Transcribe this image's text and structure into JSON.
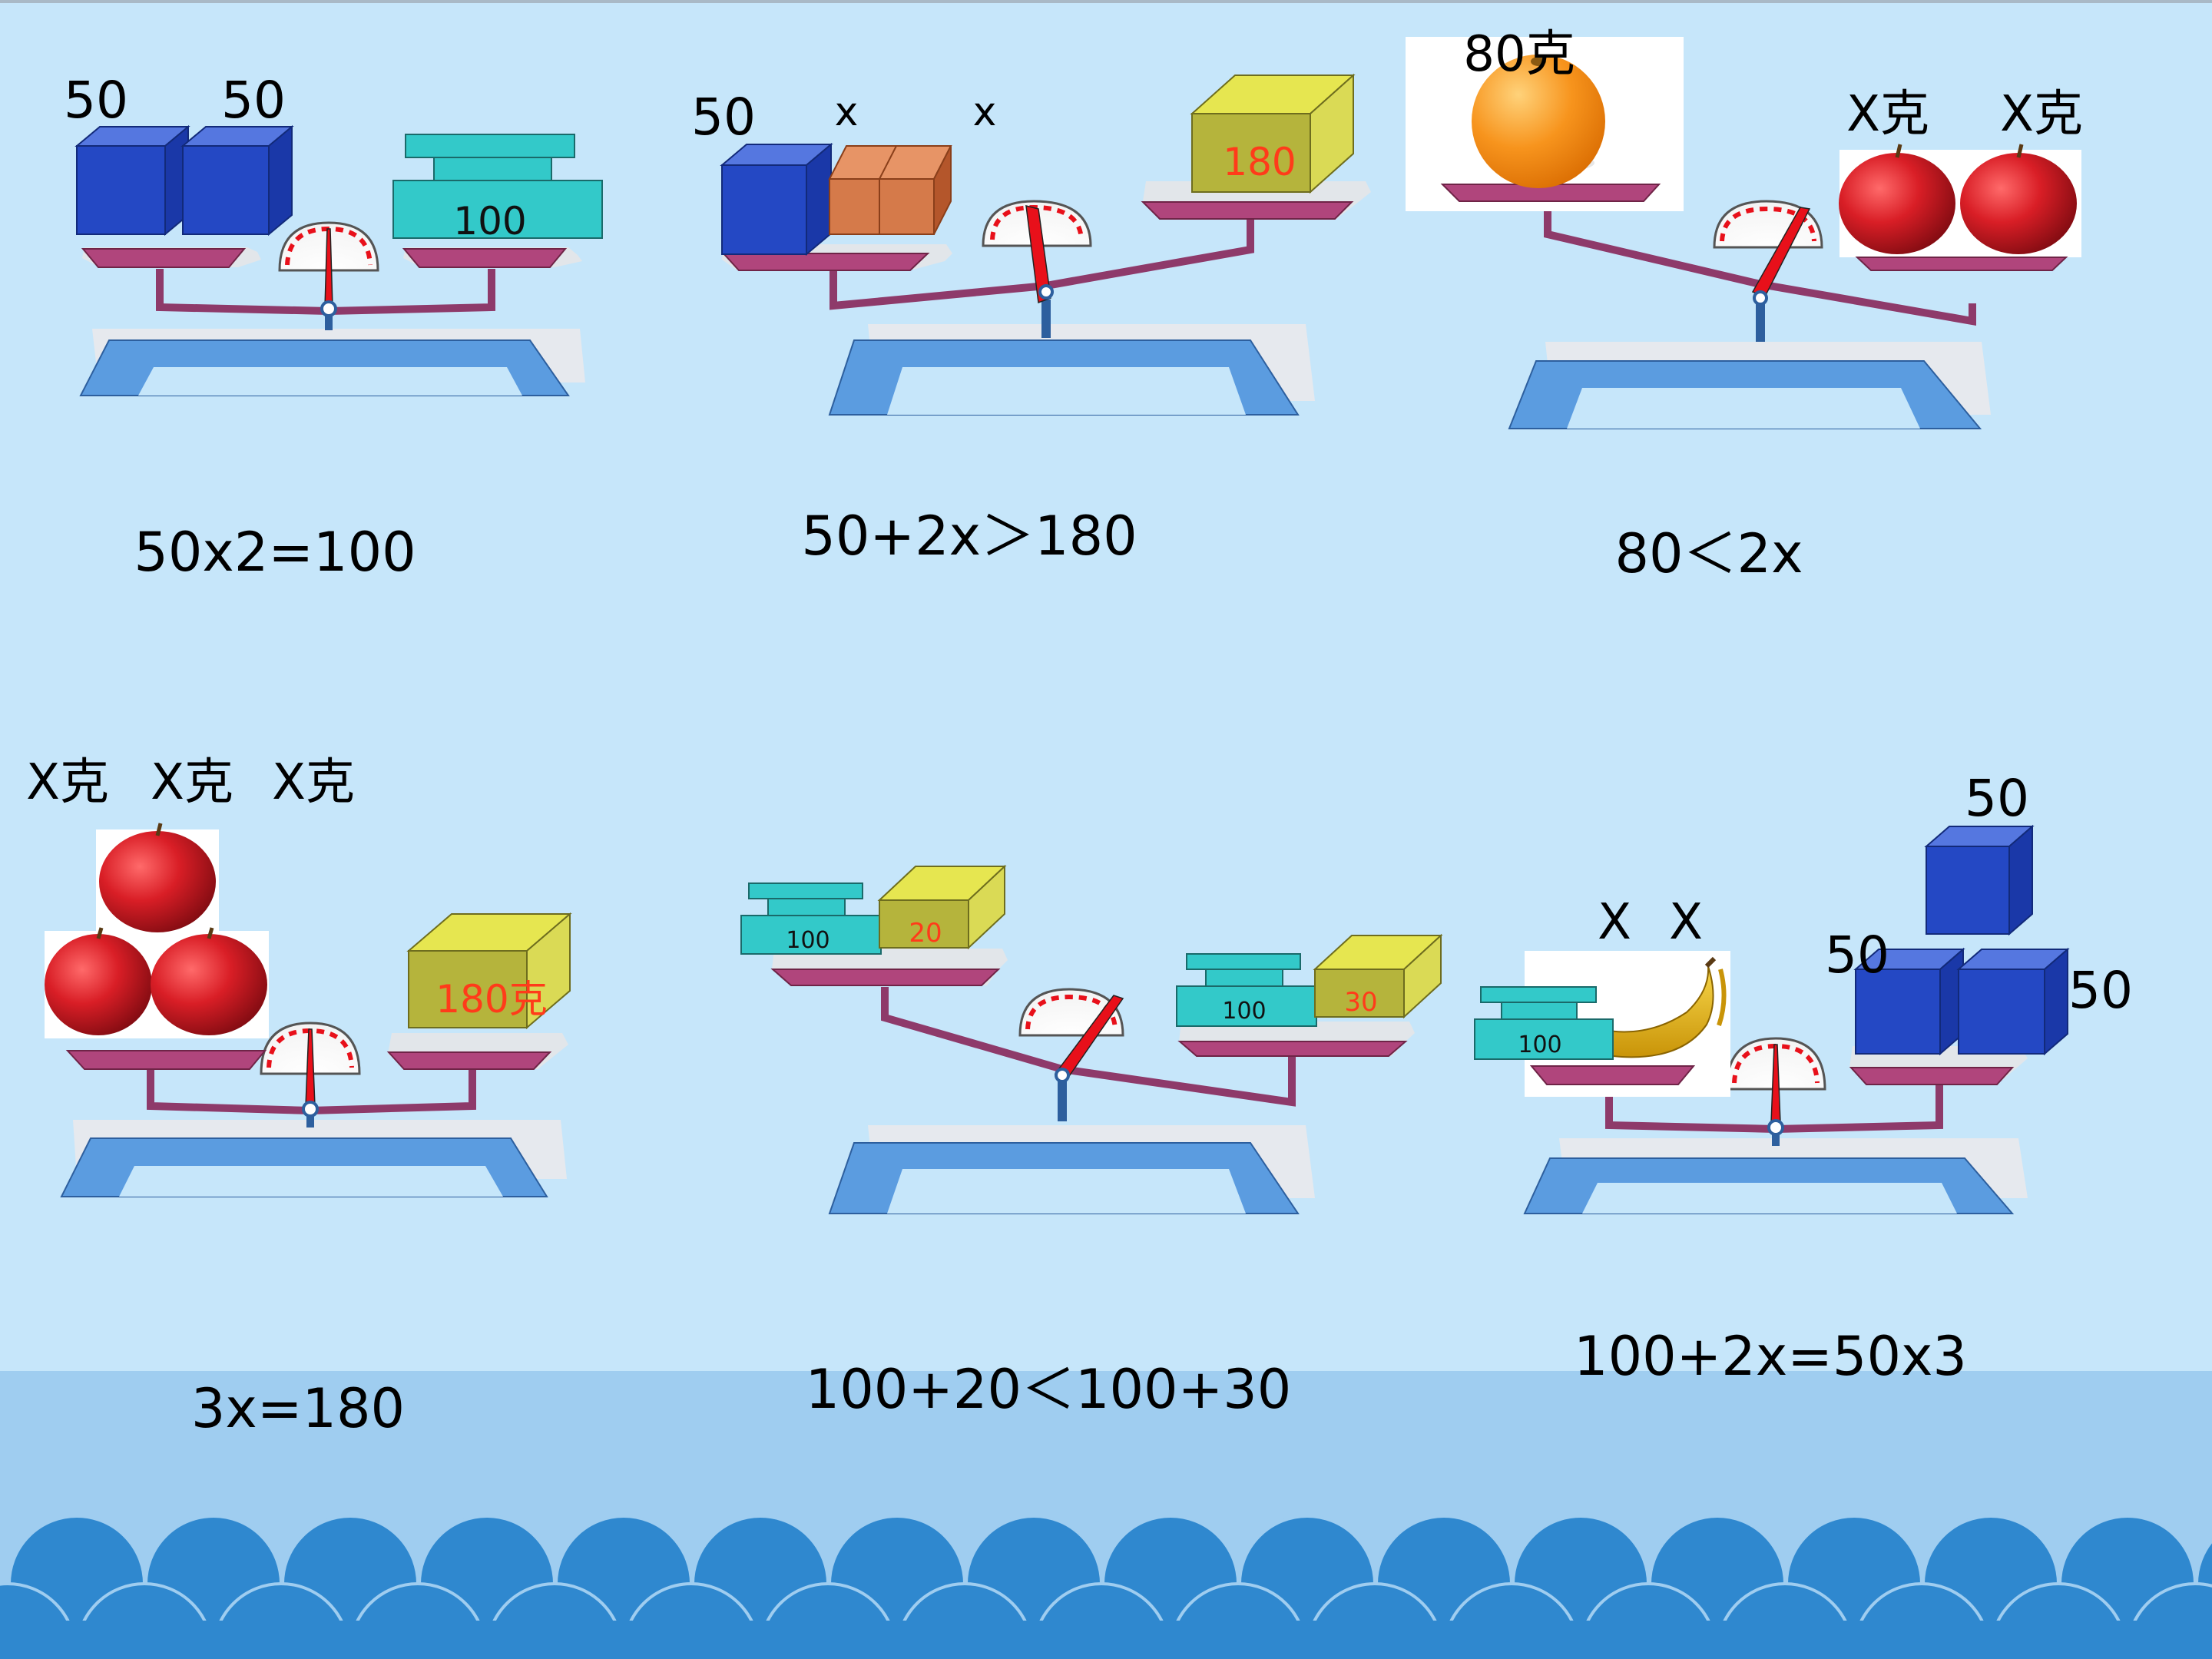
{
  "colors": {
    "background": "#c6e6fa",
    "band": "#9fcdf0",
    "wave": "#2f88cf",
    "base": "#5b9ce0",
    "beam": "#8e3a6a",
    "pan": "#b0457c",
    "needle": "#e8101a",
    "blue_block": "#2448c4",
    "teal_weight": "#33c9c9",
    "olive_block": "#cccb4a",
    "brick": "#d57a4a",
    "apple": "#cc1820",
    "orange": "#f7941d",
    "banana": "#e9b812"
  },
  "scales": [
    {
      "id": "scale-1",
      "tilt": "balanced",
      "equation": "50x2=100",
      "left_labels": [
        "50",
        "50"
      ],
      "left_items": [
        "blue-cube",
        "blue-cube"
      ],
      "right_weight": "100"
    },
    {
      "id": "scale-2",
      "tilt": "left-down",
      "equation": "50+2x＞180",
      "left_labels": [
        "50",
        "x",
        "x"
      ],
      "left_items": [
        "blue-cube",
        "brick",
        "brick"
      ],
      "right_weight": "180"
    },
    {
      "id": "scale-3",
      "tilt": "right-down",
      "equation": "80＜2x",
      "left_label": "80克",
      "left_items": [
        "orange"
      ],
      "right_labels": [
        "X克",
        "X克"
      ],
      "right_items": [
        "apple",
        "apple"
      ]
    },
    {
      "id": "scale-4",
      "tilt": "balanced",
      "equation": "3x=180",
      "left_labels": [
        "X克",
        "X克",
        "X克"
      ],
      "left_items": [
        "apple",
        "apple",
        "apple"
      ],
      "right_weight": "180克"
    },
    {
      "id": "scale-5",
      "tilt": "right-down",
      "equation": "100+20＜100+30",
      "left_weights": [
        "100",
        "20"
      ],
      "right_weights": [
        "100",
        "30"
      ]
    },
    {
      "id": "scale-6",
      "tilt": "balanced",
      "equation": "100+2x=50x3",
      "left_labels": [
        "X",
        "X"
      ],
      "left_weight": "100",
      "left_items": [
        "banana"
      ],
      "right_labels": [
        "50",
        "50",
        "50"
      ],
      "right_items": [
        "blue-cube",
        "blue-cube",
        "blue-cube"
      ]
    }
  ]
}
